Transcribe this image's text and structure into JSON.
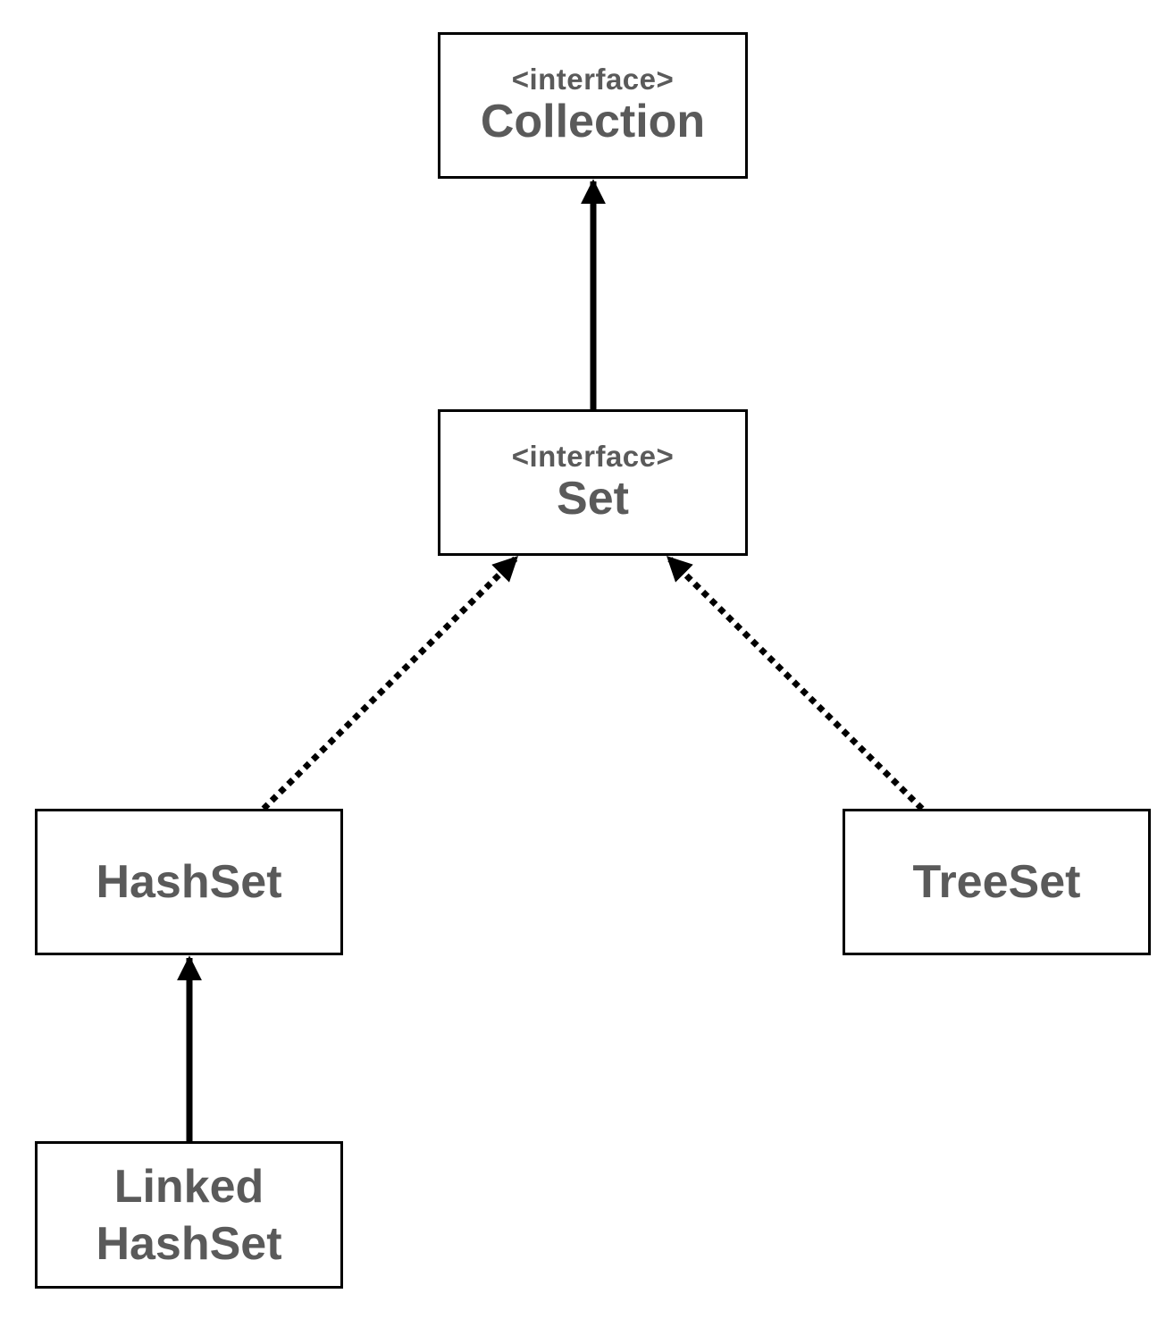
{
  "nodes": {
    "collection": {
      "stereotype": "<interface>",
      "name": "Collection"
    },
    "set": {
      "stereotype": "<interface>",
      "name": "Set"
    },
    "hashset": {
      "name": "HashSet"
    },
    "treeset": {
      "name": "TreeSet"
    },
    "linkedhashset": {
      "name_line1": "Linked",
      "name_line2": "HashSet"
    }
  },
  "edges": [
    {
      "from": "set",
      "to": "collection",
      "style": "solid"
    },
    {
      "from": "hashset",
      "to": "set",
      "style": "dotted"
    },
    {
      "from": "treeset",
      "to": "set",
      "style": "dotted"
    },
    {
      "from": "linkedhashset",
      "to": "hashset",
      "style": "solid"
    }
  ],
  "colors": {
    "line": "#000000",
    "text": "#5a5a5a",
    "background": "#ffffff"
  }
}
